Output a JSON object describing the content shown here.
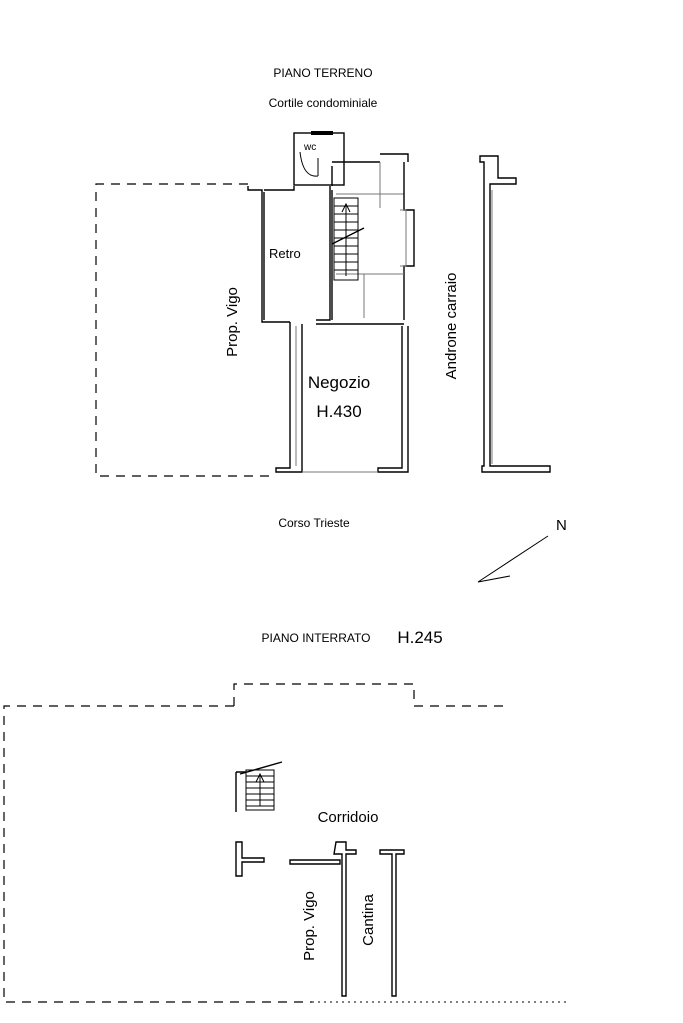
{
  "ground_floor": {
    "title": "PIANO TERRENO",
    "top_label": "Cortile condominiale",
    "bottom_label": "Corso Trieste",
    "rooms": {
      "wc": "wc",
      "retro": "Retro",
      "negozio": "Negozio",
      "negozio_height": "H.430"
    },
    "side_labels": {
      "left": "Prop. Vigo",
      "right": "Androne carraio"
    }
  },
  "north_arrow": {
    "label": "N"
  },
  "basement": {
    "title": "PIANO INTERRATO",
    "height": "H.245",
    "rooms": {
      "corridoio": "Corridoio",
      "prop_vigo": "Prop. Vigo",
      "cantina": "Cantina"
    }
  }
}
